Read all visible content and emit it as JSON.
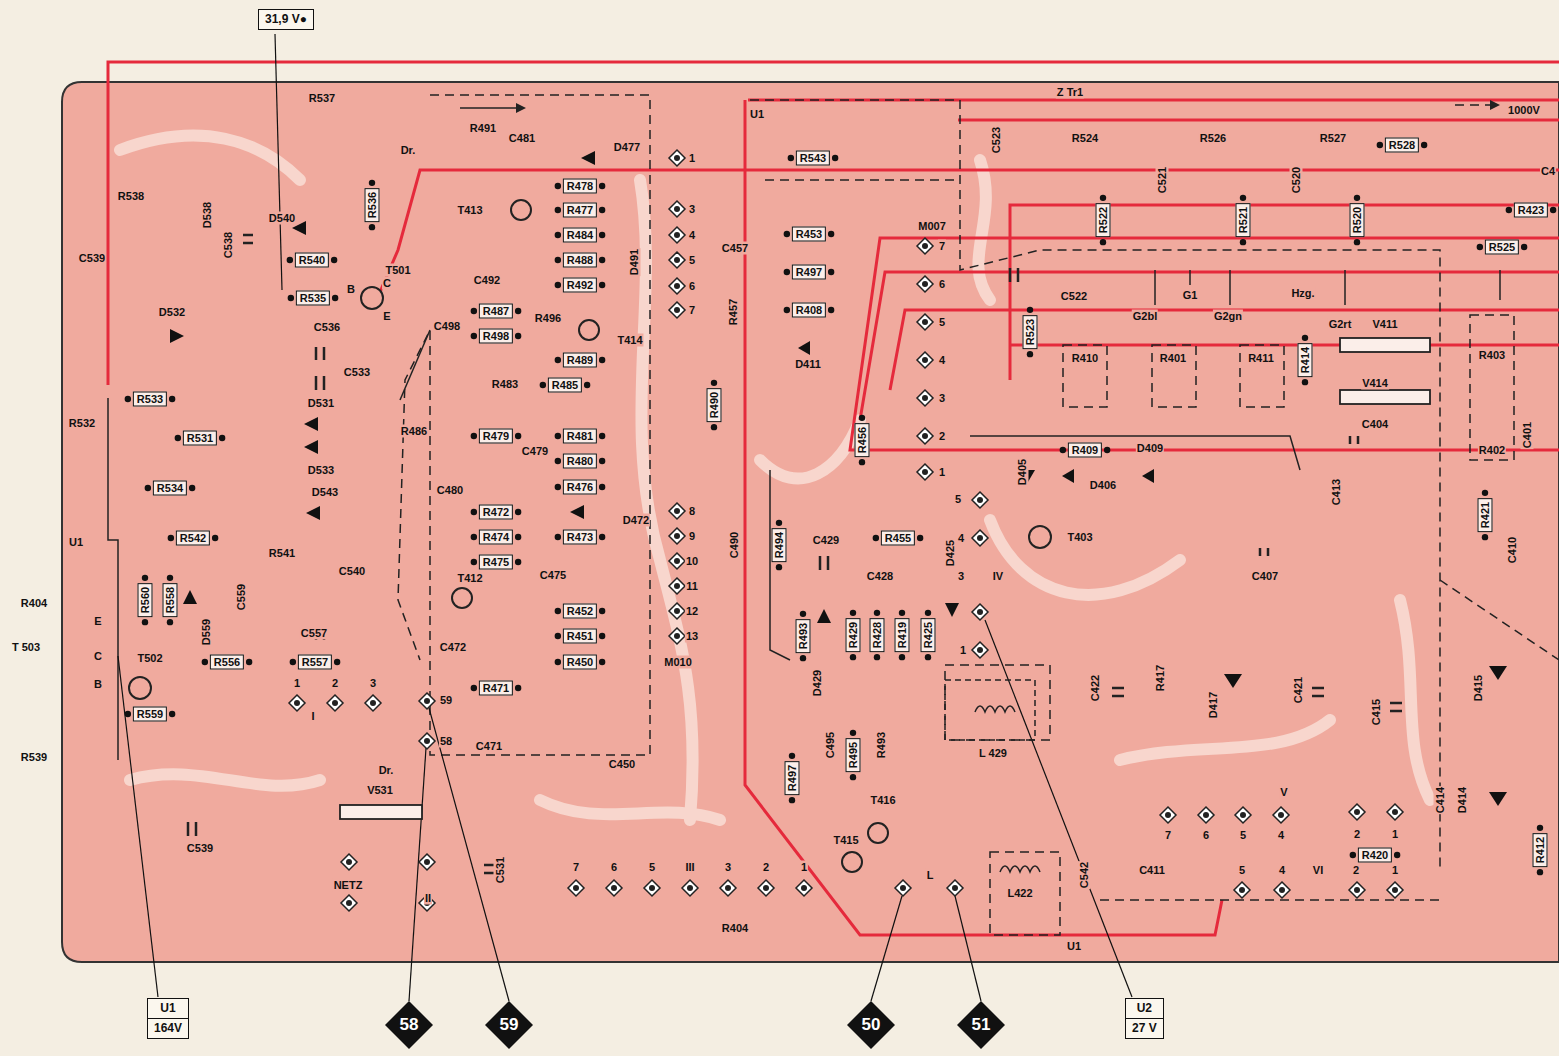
{
  "diagram": {
    "nodes": [
      {
        "text": [
          "31,9 V●"
        ]
      },
      {
        "text": [
          "U1",
          "164V"
        ]
      },
      {
        "text": [
          "U2",
          "27 V"
        ]
      },
      {
        "text": [
          "58"
        ]
      },
      {
        "text": [
          "59"
        ]
      },
      {
        "text": [
          "50"
        ]
      },
      {
        "text": [
          "51"
        ]
      }
    ],
    "labels": [
      "R537",
      "R538",
      "D538",
      "C539",
      "C538",
      "D540",
      "R536",
      "R540",
      "R535",
      "T501",
      "B",
      "C",
      "E",
      "D532",
      "C536",
      "C533",
      "R533",
      "R532",
      "D531",
      "R531",
      "D533",
      "R534",
      "D543",
      "U1",
      "R542",
      "R541",
      "C540",
      "R404",
      "R560",
      "R558",
      "D559",
      "C559",
      "C557",
      "T 503",
      "E",
      "C",
      "B",
      "T502",
      "R556",
      "R557",
      "R559",
      "R539",
      "1",
      "2",
      "3",
      "I",
      "59",
      "58",
      "Dr.",
      "V531",
      "C539",
      "NETZ",
      "II",
      "C531",
      "Dr.",
      "R491",
      "C481",
      "D477",
      "1",
      "R478",
      "T413",
      "R477",
      "3",
      "R484",
      "4",
      "C457",
      "R488",
      "5",
      "D491",
      "R492",
      "6",
      "C492",
      "R457",
      "7",
      "R487",
      "R496",
      "T414",
      "C498",
      "R498",
      "R489",
      "R483",
      "R485",
      "R486",
      "R479",
      "R481",
      "C479",
      "R480",
      "C480",
      "R476",
      "R472",
      "D472",
      "R473",
      "8",
      "9",
      "10",
      "11",
      "12",
      "13",
      "C490",
      "R474",
      "R475",
      "C475",
      "T412",
      "R452",
      "R451",
      "R450",
      "C472",
      "M010",
      "R471",
      "C471",
      "C450",
      "R490",
      "7",
      "6",
      "5",
      "III",
      "3",
      "2",
      "1",
      "R404",
      "U1",
      "U1",
      "Z Tr1",
      "R543",
      "C523",
      "R524",
      "R526",
      "R527",
      "R528",
      "C521",
      "C520",
      "1000V",
      "R522",
      "R521",
      "R520",
      "R453",
      "M007",
      "7",
      "6",
      "5",
      "4",
      "3",
      "2",
      "1",
      "R497",
      "C522",
      "G1",
      "G2bl",
      "G2gn",
      "Hzg.",
      "G2rt",
      "V411",
      "R525",
      "R408",
      "D411",
      "R523",
      "R410",
      "R401",
      "R411",
      "R414",
      "R403",
      "V414",
      "C404",
      "R456",
      "R409",
      "D409",
      "D405",
      "D406",
      "C401",
      "R402",
      "C413",
      "T403",
      "R421",
      "R494",
      "C429",
      "R455",
      "C428",
      "D425",
      "5",
      "4",
      "3",
      "IV",
      "1",
      "C407",
      "C410",
      "R493",
      "D429",
      "R429",
      "R428",
      "R419",
      "R425",
      "C422",
      "R417",
      "D417",
      "C421",
      "C415",
      "D415",
      "L 429",
      "R497",
      "C495",
      "R495",
      "R493",
      "T416",
      "T415",
      "L",
      "C414",
      "D414",
      "V",
      "7",
      "6",
      "5",
      "4",
      "2",
      "1",
      "R420",
      "VI",
      "5",
      "4",
      "2",
      "1",
      "C411",
      "C542",
      "L422",
      "R412",
      "R423",
      "C4"
    ]
  }
}
